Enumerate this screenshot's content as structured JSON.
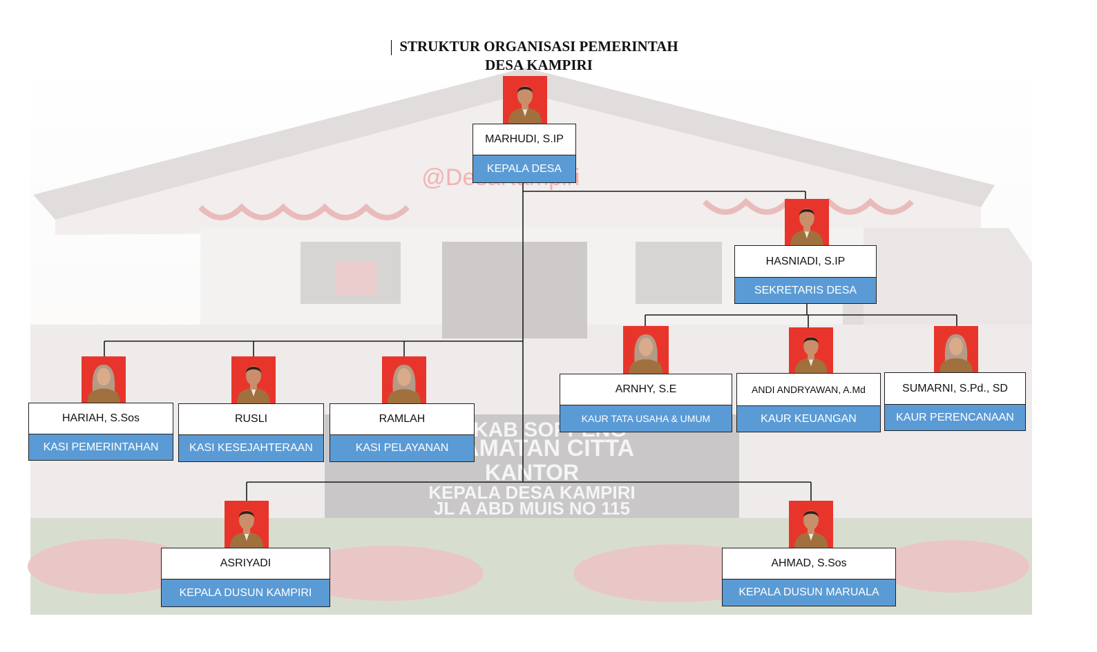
{
  "title": {
    "line1": "STRUKTUR ORGANISASI PEMERINTAH",
    "line2": "DESA KAMPIRI"
  },
  "background": {
    "watermark": "@DesaKampiri",
    "sign_line1": "AH KAB SOPPENG",
    "sign_line2": "ECAMATAN CITTA",
    "sign_line3": "KANTOR",
    "sign_line4": "KEPALA DESA KAMPIRI",
    "sign_line5": "JL A ABD MUIS NO 115"
  },
  "colors": {
    "role_box": "#5b9bd5",
    "photo_bg": "#e8352b",
    "uniform": "#a0703f"
  },
  "officials": {
    "kepala_desa": {
      "name": "MARHUDI, S.IP",
      "role": "KEPALA DESA"
    },
    "sekretaris": {
      "name": "HASNIADI, S.IP",
      "role": "SEKRETARIS DESA"
    },
    "kasi_pemerintahan": {
      "name": "HARIAH, S.Sos",
      "role": "KASI PEMERINTAHAN"
    },
    "kasi_kesejahteraan": {
      "name": "RUSLI",
      "role": "KASI KESEJAHTERAAN"
    },
    "kasi_pelayanan": {
      "name": "RAMLAH",
      "role": "KASI PELAYANAN"
    },
    "kaur_tu": {
      "name": "ARNHY, S.E",
      "role": "KAUR TATA USAHA & UMUM"
    },
    "kaur_keuangan": {
      "name": "ANDI ANDRYAWAN, A.Md",
      "role": "KAUR KEUANGAN"
    },
    "kaur_perencanaan": {
      "name": "SUMARNI, S.Pd., SD",
      "role": "KAUR PERENCANAAN"
    },
    "kadus_kampiri": {
      "name": "ASRIYADI",
      "role": "KEPALA DUSUN KAMPIRI"
    },
    "kadus_maruala": {
      "name": "AHMAD, S.Sos",
      "role": "KEPALA DUSUN MARUALA"
    }
  }
}
